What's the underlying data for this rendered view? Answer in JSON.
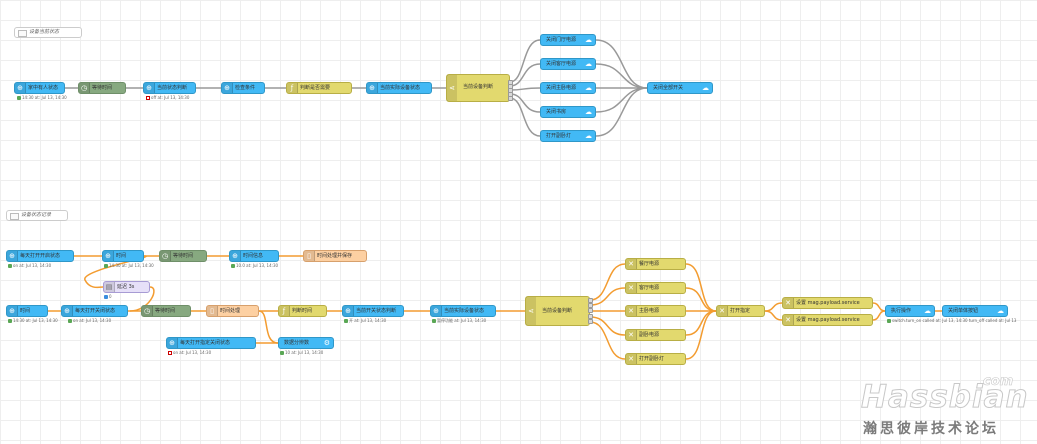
{
  "comments": {
    "group1": "设备当前状态",
    "group2": "设备状态记录"
  },
  "flow1": {
    "node_state": "家中有人状态",
    "node_delay": "等待时间",
    "node_timer": "当前状态判断",
    "node_trigger": "检查条件",
    "node_func": "判断是否需要",
    "node_call": "当前实际设备状态",
    "node_switch": "当前设备判断",
    "out1": "关闭门厅电源",
    "out2": "关闭客厅电源",
    "out3": "关闭主卧电源",
    "out4": "关闭书房",
    "out5": "打开副卧灯",
    "node_final": "关闭全部开关",
    "status_state": "14:30 at: Jul 13, 14:30",
    "status_timer": "off at: Jul 13, 14:30"
  },
  "flow2": {
    "r1_state": "每天打开开启状态",
    "r1_entry": "时间",
    "r1_delay": "等待时间",
    "r1_setter": "时间信息",
    "r1_func": "时间处理并保存",
    "r1_status_state": "on at: Jul 13, 14:30",
    "r1_status_entry": "14:30 at: Jul 13, 14:30",
    "r1_status_setter": "10.0 at: Jul 13, 14:30",
    "dashboard": "延迟 3s",
    "dashboard_status": "0",
    "r2_state": "时间",
    "r2_sensor": "每天打开关闭状态",
    "r2_delay": "等待时间",
    "r2_func": "时间处理",
    "r2_trigger": "判断时间",
    "r2_call": "当前开关状态判断",
    "r2_call2": "当前实际设备状态",
    "r2_switch": "当前设备判断",
    "r2_status_state": "14:30 at: Jul 13, 14:30",
    "r2_status_sensor": "on at: Jul 13, 14:30",
    "r2_status_call": "开 at: Jul 13, 14:30",
    "r2_status_call2": "暂停功能 at: Jul 13, 14:30",
    "outs": [
      "餐厅电源",
      "客厅电源",
      "主卧电源",
      "副卧电源",
      "打开副卧灯"
    ],
    "change": "打开指定",
    "svc1": "设置 mag.payload.service",
    "svc2": "设置 mag.payload.service",
    "exec": "执行操作",
    "final": "关闭单体按钮",
    "final_status": "switch.turn_on called at: Jul 13, 14:30   turn_off called at: Jul 13",
    "r3_state": "每天打开指定关闭状态",
    "r3_status": "on at: Jul 13, 14:30",
    "r3_func": "数据分辨数",
    "r3_status2": "10 at: Jul 13, 14:30"
  },
  "watermark": {
    "brand": "Hassbian",
    "dotcom": "com",
    "tagline": "瀚思彼岸技术论坛"
  }
}
